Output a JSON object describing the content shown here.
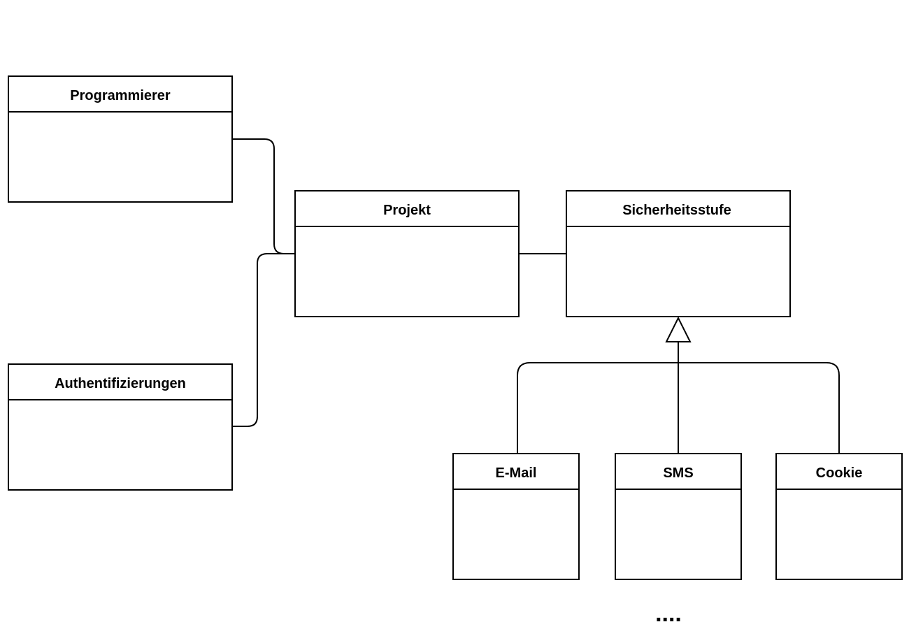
{
  "diagram": {
    "classes": {
      "programmierer": "Programmierer",
      "authentifizierungen": "Authentifizierungen",
      "projekt": "Projekt",
      "sicherheitsstufe": "Sicherheitsstufe",
      "email": "E-Mail",
      "sms": "SMS",
      "cookie": "Cookie"
    },
    "continuation": "....",
    "relations": [
      {
        "type": "association",
        "from": "Programmierer",
        "to": "Projekt"
      },
      {
        "type": "association",
        "from": "Authentifizierungen",
        "to": "Projekt"
      },
      {
        "type": "association",
        "from": "Projekt",
        "to": "Sicherheitsstufe"
      },
      {
        "type": "generalization",
        "from": "E-Mail",
        "to": "Sicherheitsstufe"
      },
      {
        "type": "generalization",
        "from": "SMS",
        "to": "Sicherheitsstufe"
      },
      {
        "type": "generalization",
        "from": "Cookie",
        "to": "Sicherheitsstufe"
      }
    ]
  }
}
